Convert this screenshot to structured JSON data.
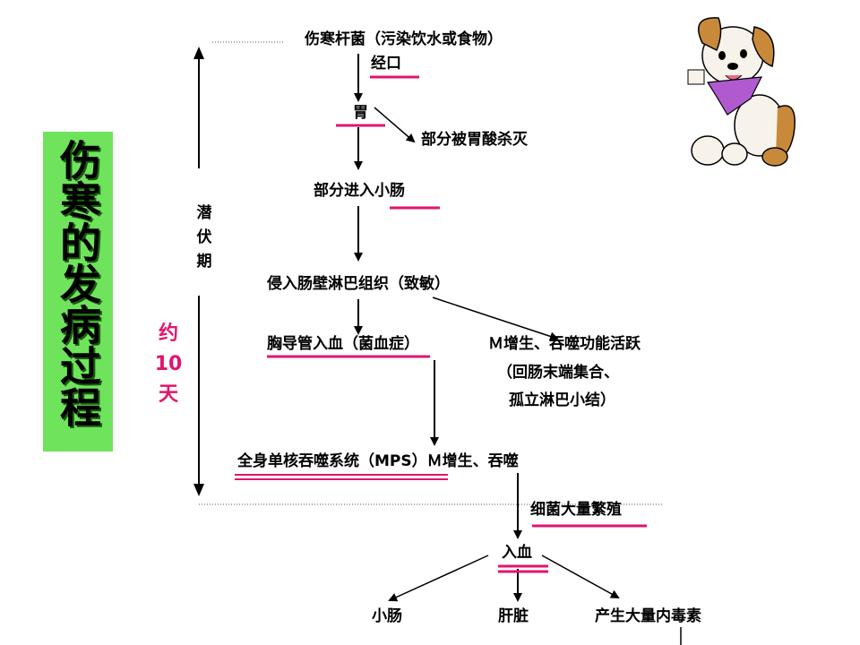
{
  "title": "伤寒的发病过程",
  "latency_label": [
    "潜",
    "伏",
    "期"
  ],
  "duration": [
    "约",
    "10",
    "天"
  ],
  "nodes": {
    "source": "伤寒杆菌（污染饮水或食物）",
    "oral": "经口",
    "stomach": "胃",
    "killed": "部分被胃酸杀灭",
    "small_intestine": "部分进入小肠",
    "invade": "侵入肠壁淋巴组织（致敏）",
    "thoracic_duct": "胸导管入血（菌血症）",
    "m_line1": "Ｍ增生、吞噬功能活跃",
    "m_line2": "（回肠末端集合、",
    "m_line3": "孤立淋巴小结）",
    "mps": "全身单核吞噬系统（MPS）Ｍ增生、吞噬",
    "proliferate": "细菌大量繁殖",
    "into_blood": "入血",
    "out_intestine": "小肠",
    "out_liver": "肝脏",
    "out_toxin": "产生大量内毒素"
  },
  "colors": {
    "accent": "#e0156f",
    "title_bg": "#6fe35c",
    "arrow": "#000000"
  }
}
